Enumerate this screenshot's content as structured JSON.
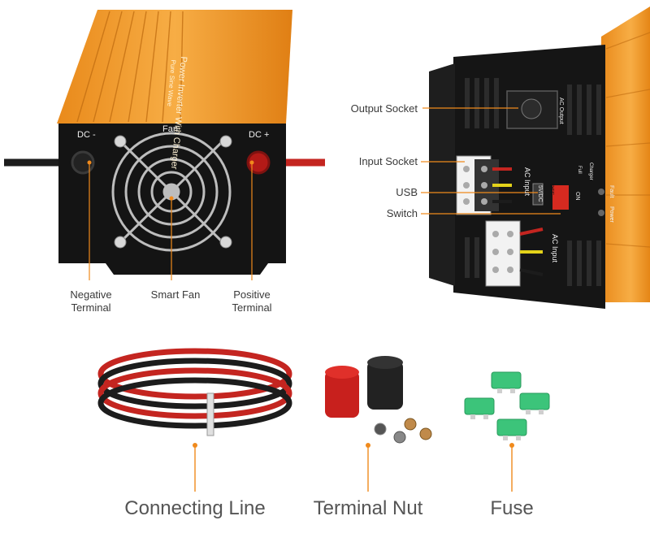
{
  "front": {
    "dc_neg": "DC -",
    "dc_pos": "DC +",
    "fan": "Fan",
    "product_title": "Power Inverter With Charger",
    "product_subtitle": "Pure Sine Wave"
  },
  "callouts": {
    "negative_terminal": "Negative\nTerminal",
    "smart_fan": "Smart Fan",
    "positive_terminal": "Positive\nTerminal",
    "output_socket": "Output Socket",
    "input_socket": "Input Socket",
    "usb": "USB",
    "switch": "Switch"
  },
  "rear": {
    "ac_output": "AC Output",
    "ac_input_1": "AC Input",
    "ac_input_2": "AC Input",
    "usb_5v": "5V/DC",
    "off": "OFF",
    "on": "ON",
    "fault": "Fault",
    "power": "Power",
    "charger": "Charger",
    "full": "Full"
  },
  "accessories": {
    "connecting_line": "Connecting Line",
    "terminal_nut": "Terminal Nut",
    "fuse": "Fuse"
  },
  "colors": {
    "accent_orange": "#f08a1c",
    "body_orange": "#f5a236",
    "panel_black": "#141414",
    "cable_red": "#d0201c",
    "fuse_green": "#3cc47a"
  }
}
